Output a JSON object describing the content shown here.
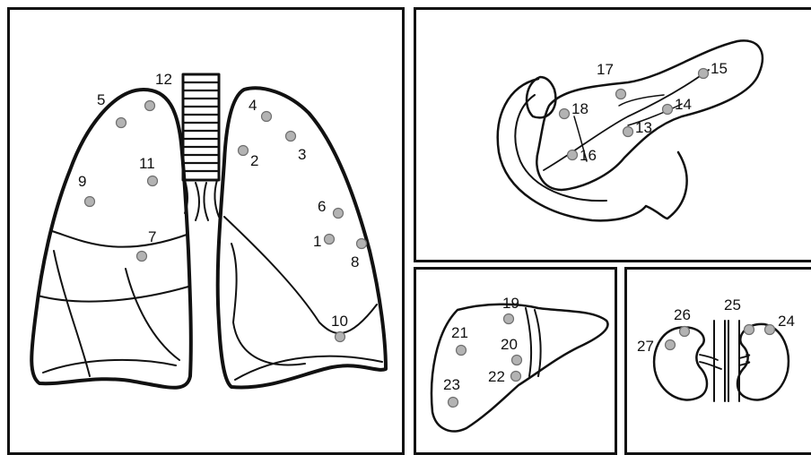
{
  "colors": {
    "outline": "#111111",
    "marker_fill": "#b3b3b3",
    "marker_stroke": "#6f6f6f",
    "background": "#ffffff"
  },
  "panels": {
    "lungs": {
      "markers": [
        "1",
        "2",
        "3",
        "4",
        "5",
        "6",
        "7",
        "8",
        "9",
        "10",
        "11",
        "12"
      ]
    },
    "pancreas": {
      "markers": [
        "13",
        "14",
        "15",
        "16",
        "17",
        "18"
      ]
    },
    "liver": {
      "markers": [
        "19",
        "20",
        "21",
        "22",
        "23"
      ]
    },
    "kidneys": {
      "markers": [
        "24",
        "25",
        "26",
        "27"
      ]
    }
  }
}
